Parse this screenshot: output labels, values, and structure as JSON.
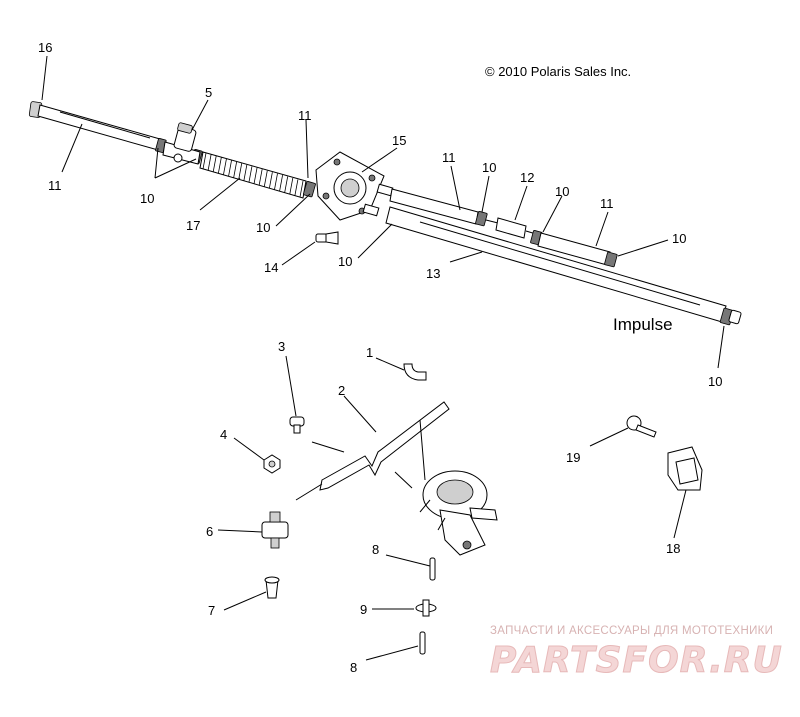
{
  "copyright": "© 2010 Polaris Sales Inc.",
  "model_label": "Impulse",
  "watermark": {
    "tagline": "ЗАПЧАСТИ И АКСЕССУАРЫ ДЛЯ МОТОТЕХНИКИ",
    "logo": "PARTSFOR.RU"
  },
  "callouts": {
    "c16": "16",
    "c5": "5",
    "c11a": "11",
    "c10a": "10",
    "c17": "17",
    "c11b": "11",
    "c10b": "10",
    "c15": "15",
    "c14": "14",
    "c10c": "10",
    "c11c": "11",
    "c10d": "10",
    "c12": "12",
    "c10e": "10",
    "c11d": "11",
    "c10f": "10",
    "c13": "13",
    "c10g": "10",
    "c3": "3",
    "c1": "1",
    "c2": "2",
    "c4": "4",
    "c6": "6",
    "c7": "7",
    "c8a": "8",
    "c9": "9",
    "c8b": "8",
    "c19": "19",
    "c18": "18"
  }
}
